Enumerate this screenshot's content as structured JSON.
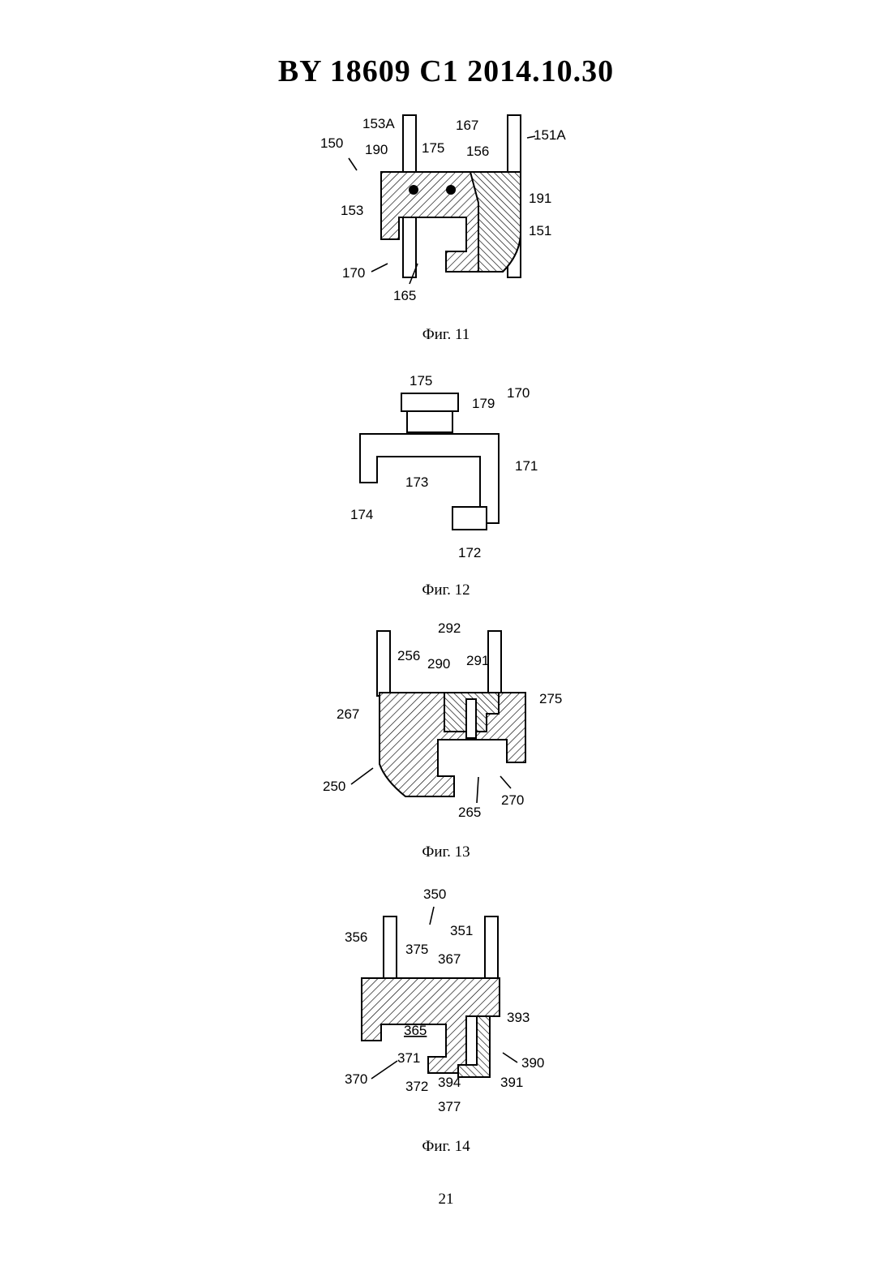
{
  "header": "BY  18609  C1  2014.10.30",
  "figures": [
    {
      "caption": "Фиг. 11",
      "labels": [
        "153A",
        "167",
        "151A",
        "150",
        "190",
        "175",
        "156",
        "153",
        "191",
        "151",
        "170",
        "165"
      ]
    },
    {
      "caption": "Фиг. 12",
      "labels": [
        "175",
        "170",
        "179",
        "171",
        "173",
        "174",
        "172"
      ]
    },
    {
      "caption": "Фиг. 13",
      "labels": [
        "292",
        "256",
        "290",
        "291",
        "275",
        "267",
        "250",
        "265",
        "270"
      ]
    },
    {
      "caption": "Фиг. 14",
      "labels": [
        "350",
        "356",
        "351",
        "375",
        "367",
        "365",
        "393",
        "371",
        "390",
        "370",
        "372",
        "394",
        "391",
        "377"
      ]
    }
  ],
  "page_number": "21"
}
